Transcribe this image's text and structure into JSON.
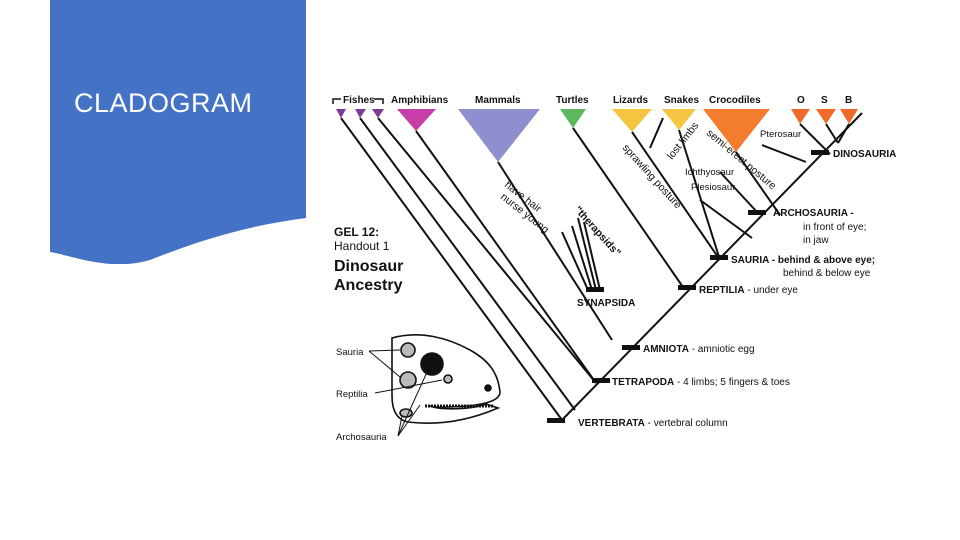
{
  "slide": {
    "title": "CLADOGRAM"
  },
  "taxa": {
    "fishes": "Fishes",
    "amphibians": "Amphibians",
    "mammals": "Mammals",
    "turtles": "Turtles",
    "lizards": "Lizards",
    "snakes": "Snakes",
    "crocodiles": "Crocodiles",
    "o": "O",
    "s": "S",
    "b": "B",
    "pterosaur": "Pterosaur",
    "ichthyosaur": "Ichthyosaur",
    "plesiosaur": "Plesiosaur"
  },
  "handout": {
    "line1": "GEL 12:",
    "line2": "Handout 1",
    "line3": "Dinosaur",
    "line4": "Ancestry"
  },
  "branch_notes": {
    "have_hair": "have hair",
    "nurse_young": "nurse young",
    "therapsids": "\"therapsids\"",
    "sprawling_posture": "sprawling posture",
    "lost_limbs": "lost limbs",
    "semi_erect_posture": "semi-erect posture"
  },
  "clades": {
    "dinosauria": "DINOSAURIA",
    "archosauria": "ARCHOSAURIA -",
    "archosauria_desc1": "in front of eye;",
    "archosauria_desc2": "in jaw",
    "sauria": "SAURIA - behind & above eye;",
    "sauria_desc2": "behind & below eye",
    "reptilia": "REPTILIA",
    "reptilia_desc": " - under eye",
    "synapsida": "SYNAPSIDA",
    "amniota": "AMNIOTA",
    "amniota_desc": " - amniotic egg",
    "tetrapoda": "TETRAPODA",
    "tetrapoda_desc": " - 4 limbs; 5 fingers & toes",
    "vertebrata": "VERTEBRATA",
    "vertebrata_desc": " - vertebral column"
  },
  "skull_labels": {
    "sauria": "Sauria",
    "reptilia": "Reptilia",
    "archosauria": "Archosauria"
  },
  "colors": {
    "panel_blue": "#4472c4",
    "fishes": "#7b3a96",
    "amphibians": "#c63fa8",
    "mammals": "#8f8fcf",
    "turtles": "#5cb85c",
    "lizards": "#f5c542",
    "snakes": "#f5c542",
    "crocodiles": "#f47c2f",
    "osb": "#f06a2a",
    "line": "#111111"
  }
}
